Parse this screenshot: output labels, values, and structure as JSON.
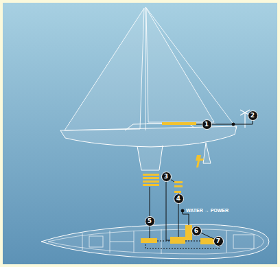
{
  "diagram": {
    "nodes": [
      {
        "text": [
          "1"
        ]
      },
      {
        "text": [
          "2"
        ]
      },
      {
        "text": [
          "3"
        ]
      },
      {
        "text": [
          "4"
        ]
      },
      {
        "text": [
          "5"
        ]
      },
      {
        "text": [
          "6"
        ]
      },
      {
        "text": [
          "7"
        ]
      }
    ],
    "labels": [
      "WATER → POWER"
    ]
  }
}
